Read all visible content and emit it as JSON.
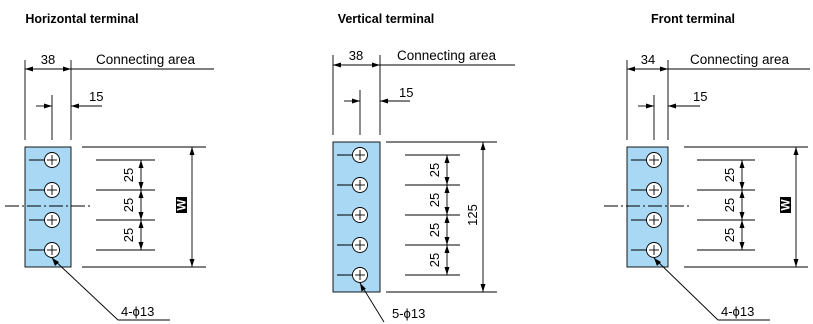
{
  "labels": {
    "connecting_area": "Connecting area",
    "w": "W"
  },
  "terminals": [
    {
      "title": "Horizontal terminal",
      "width": "38",
      "pitch_dim": "15",
      "hole_count": 4,
      "spacing": "25",
      "hole_note": "4-ϕ13",
      "height_label": "W"
    },
    {
      "title": "Vertical terminal",
      "width": "38",
      "pitch_dim": "15",
      "hole_count": 5,
      "spacing": "25",
      "hole_note": "5-ϕ13",
      "height_label": "125"
    },
    {
      "title": "Front terminal",
      "width": "34",
      "pitch_dim": "15",
      "hole_count": 4,
      "spacing": "25",
      "hole_note": "4-ϕ13",
      "height_label": "W"
    }
  ]
}
